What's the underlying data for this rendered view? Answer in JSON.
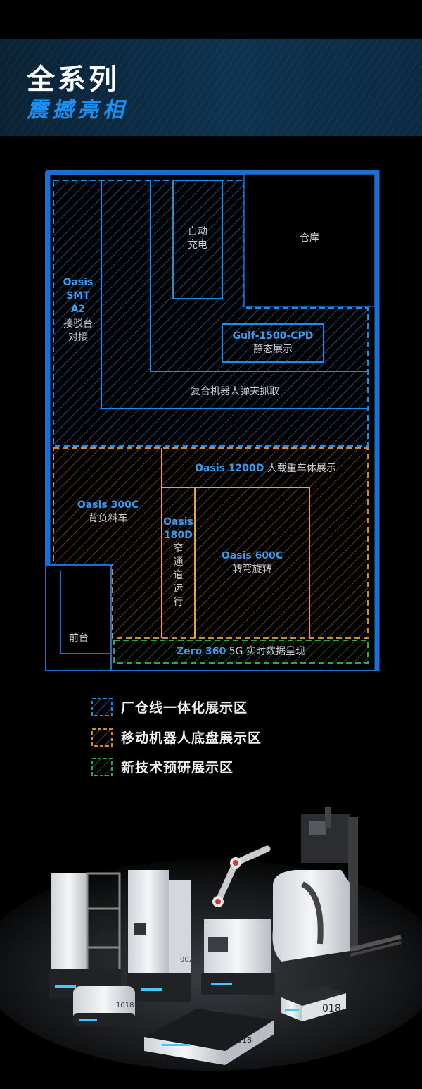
{
  "header": {
    "title": "全系列",
    "subtitle": "震撼亮相"
  },
  "floorplan": {
    "zones": {
      "charging": "自动\n充电",
      "warehouse": "仓库",
      "smt_name": "Oasis\nSMT\nA2",
      "smt_desc": "接驳台\n对接",
      "gulf_name": "Gulf-1500-CPD",
      "gulf_desc": "静态展示",
      "composite": "复合机器人弹夹抓取",
      "o1200_name": "Oasis 1200D",
      "o1200_desc": "大载重车体展示",
      "o300_name": "Oasis 300C",
      "o300_desc": "背负料车",
      "o180_name": "Oasis\n180D",
      "o180_desc": "窄\n通\n道\n运\n行",
      "o600_name": "Oasis 600C",
      "o600_desc": "转弯旋转",
      "front_desk": "前台",
      "zero_name": "Zero 360",
      "zero_desc": "5G 实时数据呈现"
    }
  },
  "legend": [
    {
      "label": "厂仓线一体化展示区",
      "color": "#1b6fd0"
    },
    {
      "label": "移动机器人底盘展示区",
      "color": "#b6762a"
    },
    {
      "label": "新技术预研展示区",
      "color": "#2b8a3a"
    }
  ],
  "robots": {
    "label_a": "018",
    "label_b": "1018",
    "label_c": "1018",
    "label_d": "002"
  },
  "colors": {
    "blue": "#1b6fd0",
    "orange": "#e8a33a",
    "green": "#2fa64a",
    "accent": "#1c8ff0"
  }
}
